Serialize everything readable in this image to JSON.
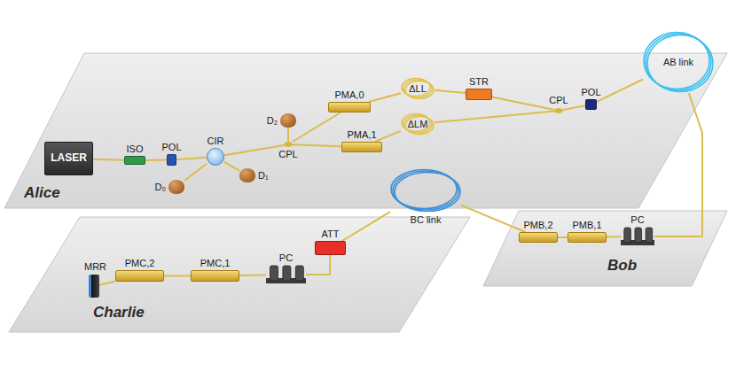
{
  "diagram": {
    "nodes": [
      {
        "text": [
          "Alice"
        ]
      },
      {
        "text": [
          "LASER"
        ],
        "in": 0
      },
      {
        "text": [
          "ISO"
        ],
        "in": 0
      },
      {
        "text": [
          "POL"
        ],
        "in": 0
      },
      {
        "text": [
          "CIR"
        ],
        "in": 0
      },
      {
        "text": [
          "D₀"
        ],
        "in": 0
      },
      {
        "text": [
          "D₁"
        ],
        "in": 0
      },
      {
        "text": [
          "D₂"
        ],
        "in": 0
      },
      {
        "text": [
          "CPL"
        ],
        "in": 0
      },
      {
        "text": [
          "PMA,0"
        ],
        "in": 0
      },
      {
        "text": [
          "PMA,1"
        ],
        "in": 0
      },
      {
        "text": [
          "ΔLL"
        ],
        "in": 0
      },
      {
        "text": [
          "ΔLM"
        ],
        "in": 0
      },
      {
        "text": [
          "STR"
        ],
        "in": 0
      },
      {
        "text": [
          "CPL"
        ],
        "in": 0
      },
      {
        "text": [
          "POL"
        ],
        "in": 0
      },
      {
        "text": [
          "AB link"
        ]
      },
      {
        "text": [
          "Bob"
        ]
      },
      {
        "text": [
          "PMB,2"
        ],
        "in": 17
      },
      {
        "text": [
          "PMB,1"
        ],
        "in": 17
      },
      {
        "text": [
          "PC"
        ],
        "in": 17
      },
      {
        "text": [
          "BC link"
        ]
      },
      {
        "text": [
          "Charlie"
        ]
      },
      {
        "text": [
          "MRR"
        ],
        "in": 22
      },
      {
        "text": [
          "PMC,2"
        ],
        "in": 22
      },
      {
        "text": [
          "PMC,1"
        ],
        "in": 22
      },
      {
        "text": [
          "PC"
        ],
        "in": 22
      },
      {
        "text": [
          "ATT"
        ],
        "in": 22
      }
    ],
    "edges": [
      {
        "from": 1,
        "to": 2,
        "arrow": "none"
      },
      {
        "from": 2,
        "to": 3,
        "arrow": "none"
      },
      {
        "from": 3,
        "to": 4,
        "arrow": "none"
      },
      {
        "from": 4,
        "to": 5,
        "arrow": "none"
      },
      {
        "from": 4,
        "to": 6,
        "arrow": "none"
      },
      {
        "from": 4,
        "to": 8,
        "arrow": "none"
      },
      {
        "from": 8,
        "to": 7,
        "arrow": "none"
      },
      {
        "from": 8,
        "to": 9,
        "arrow": "none"
      },
      {
        "from": 8,
        "to": 10,
        "arrow": "none"
      },
      {
        "from": 9,
        "to": 11,
        "arrow": "none"
      },
      {
        "from": 10,
        "to": 12,
        "arrow": "none"
      },
      {
        "from": 11,
        "to": 13,
        "arrow": "none"
      },
      {
        "from": 13,
        "to": 14,
        "arrow": "none"
      },
      {
        "from": 12,
        "to": 14,
        "arrow": "none"
      },
      {
        "from": 14,
        "to": 15,
        "arrow": "none"
      },
      {
        "from": 15,
        "to": 16,
        "arrow": "none"
      },
      {
        "from": 16,
        "to": 20,
        "arrow": "none"
      },
      {
        "from": 20,
        "to": 19,
        "arrow": "none"
      },
      {
        "from": 19,
        "to": 18,
        "arrow": "none"
      },
      {
        "from": 18,
        "to": 21,
        "arrow": "none"
      },
      {
        "from": 21,
        "to": 27,
        "arrow": "none"
      },
      {
        "from": 27,
        "to": 26,
        "arrow": "none"
      },
      {
        "from": 26,
        "to": 25,
        "arrow": "none"
      },
      {
        "from": 25,
        "to": 24,
        "arrow": "none"
      },
      {
        "from": 24,
        "to": 23,
        "arrow": "none"
      }
    ]
  }
}
